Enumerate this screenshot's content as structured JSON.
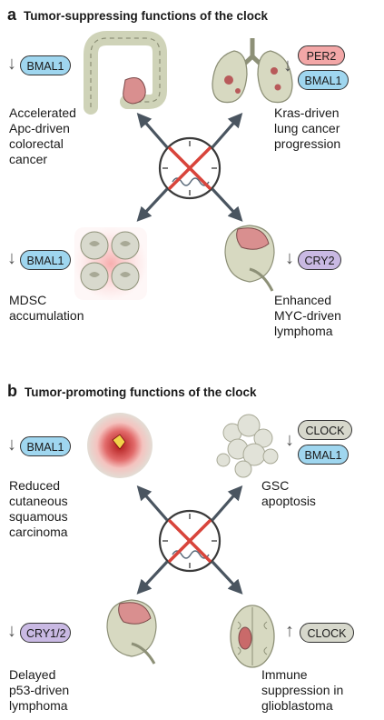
{
  "panel_a": {
    "letter": "a",
    "title": "Tumor-suppressing functions of the clock",
    "down_arrow": "↓",
    "up_arrow": "↑",
    "colon": {
      "pill": "BMAL1",
      "caption": [
        "Accelerated",
        "Apc-driven",
        "colorectal",
        "cancer"
      ]
    },
    "lung": {
      "pills": [
        "PER2",
        "BMAL1"
      ],
      "caption": [
        "Kras-driven",
        "lung cancer",
        "progression"
      ]
    },
    "mdsc": {
      "pill": "BMAL1",
      "caption": [
        "MDSC",
        "accumulation"
      ]
    },
    "lymphoma": {
      "pill": "CRY2",
      "caption": [
        "Enhanced",
        "MYC-driven",
        "lymphoma"
      ]
    }
  },
  "panel_b": {
    "letter": "b",
    "title": "Tumor-promoting functions of the clock",
    "skin": {
      "pill": "BMAL1",
      "caption": [
        "Reduced",
        "cutaneous",
        "squamous",
        "carcinoma"
      ]
    },
    "gsc": {
      "pills": [
        "CLOCK",
        "BMAL1"
      ],
      "caption": [
        "GSC",
        "apoptosis"
      ]
    },
    "p53": {
      "pill": "CRY1/2",
      "caption": [
        "Delayed",
        "p53-driven",
        "lymphoma"
      ]
    },
    "brain": {
      "pill": "CLOCK",
      "caption": [
        "Immune",
        "suppression in",
        "glioblastoma"
      ]
    }
  },
  "colors": {
    "bmal1": "#9fd6ef",
    "per2": "#f3a7a7",
    "cry": "#c9b9e3",
    "clock": "#d7d8cc",
    "cross": "#d8443b",
    "arrow": "#4a5560",
    "tumor": "#c96a6a"
  }
}
